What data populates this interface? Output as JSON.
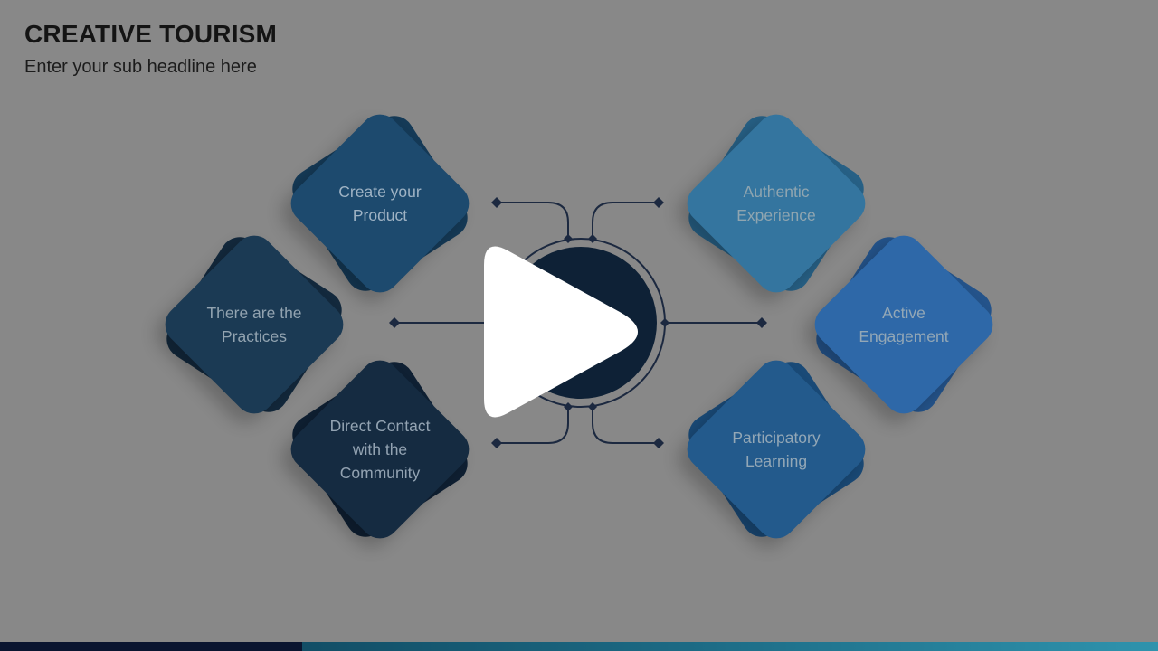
{
  "video_player": {
    "state": "paused",
    "overlay_color": "#888888",
    "play_button_color": "#ffffff",
    "icons": {
      "play": "play-icon"
    }
  },
  "slide": {
    "title": "CREATIVE TOURISM",
    "subtitle": "Enter your sub headline here",
    "title_color": "#141414",
    "subtitle_color": "#1c1c1c"
  },
  "diagram": {
    "connector_color": "#1c2940",
    "center_circle": {
      "fill": "#0e2136",
      "ring": "#1c2940"
    },
    "nodes": [
      {
        "label": "Create your Product",
        "position": "top-left",
        "colors": {
          "front": "#1d4a6e",
          "back": "#153a57",
          "text": "#9fb3c4"
        }
      },
      {
        "label": "Authentic Experience",
        "position": "top-right",
        "colors": {
          "front": "#34759f",
          "back": "#276085",
          "text": "#8fa5b0"
        }
      },
      {
        "label": "There are the Practices",
        "position": "middle-left",
        "colors": {
          "front": "#1b3a54",
          "back": "#13293d",
          "text": "#92a3b0"
        }
      },
      {
        "label": "Active Engagement",
        "position": "middle-right",
        "colors": {
          "front": "#2e68a8",
          "back": "#24538a",
          "text": "#93a7b6"
        }
      },
      {
        "label": "Direct Contact with the Community",
        "position": "bottom-left",
        "colors": {
          "front": "#152b41",
          "back": "#0f2033",
          "text": "#93a3b2"
        }
      },
      {
        "label": "Participatory Learning",
        "position": "bottom-right",
        "colors": {
          "front": "#235a8c",
          "back": "#1a4a77",
          "text": "#93a7b6"
        }
      }
    ]
  },
  "footer": {
    "left_bar_color": "#0a1530",
    "right_bar_gradient_start": "#124e66",
    "right_bar_gradient_end": "#2f93ad"
  }
}
